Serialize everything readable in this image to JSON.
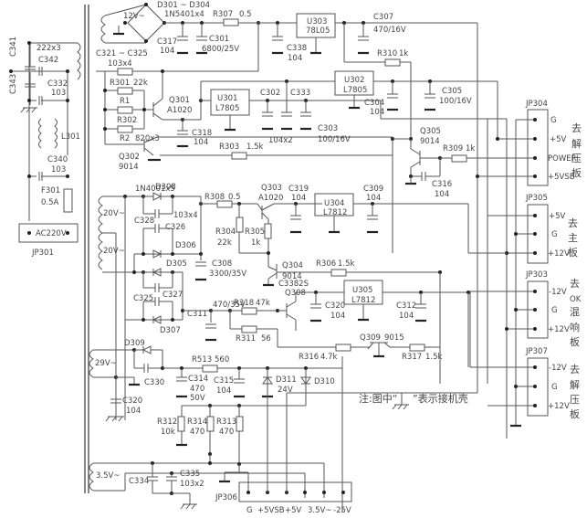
{
  "title": "Power supply board schematic",
  "transformer": {
    "windings": [
      {
        "voltage": "12V~"
      },
      {
        "voltage": "20V~"
      },
      {
        "voltage": "20V~"
      },
      {
        "voltage": "29V~"
      },
      {
        "voltage": "3.5V~"
      }
    ]
  },
  "input_section": {
    "connector": "JP301",
    "connector_label": "AC220V",
    "fuse": {
      "ref": "F301",
      "value": "0.5A"
    },
    "inductor": "L301",
    "caps": [
      {
        "ref": "C341",
        "value": ""
      },
      {
        "ref": "C343",
        "value": ""
      },
      {
        "ref": "C342",
        "value": "222x3"
      },
      {
        "ref": "C332",
        "value": "103"
      },
      {
        "ref": "C340",
        "value": "103"
      }
    ]
  },
  "components": {
    "d301_d304": "D301 ~ D304",
    "d301_val": "1N5401x4",
    "c321_c325": "C321 ~ C325",
    "c321_val": "103x4",
    "c317": "C317",
    "c317_val": "104",
    "c301": "C301",
    "c301_val": "6800/25V",
    "r307": "R307",
    "r307_val": "0.5",
    "c338": "C338",
    "c338_val": "104",
    "u303": "U303",
    "u303_val": "78L05",
    "c307": "C307",
    "c307_val": "470/16V",
    "r310": "R310",
    "r310_val": "1k",
    "r301": "R301",
    "r301_val": "22k",
    "r1": "R1",
    "r302": "R302",
    "r2": "R2",
    "r2_val": "820x3",
    "q301": "Q301",
    "q301_val": "A1020",
    "u301": "U301",
    "u301_val": "L7805",
    "c302": "C302",
    "c333": "C333",
    "c302_val": "104x2",
    "c303": "C303",
    "c303_val": "100/16V",
    "c318": "C318",
    "c318_val": "104",
    "u302": "U302",
    "u302_val": "L7805",
    "c304": "C304",
    "c304_val": "104",
    "c305": "C305",
    "c305_val": "100/16V",
    "q302": "Q302",
    "q302_val": "9014",
    "r303": "R303",
    "r303_val": "1.5k",
    "q305": "Q305",
    "q305_val": "9014",
    "r309": "R309",
    "r309_val": "1k",
    "c316": "C316",
    "c316_val": "104",
    "d_1n4001": "1N4001x5",
    "d308": "D308",
    "c328": "C328",
    "c328_val": "103x4",
    "c326": "C326",
    "d306": "D306",
    "d305": "D305",
    "c325": "C325",
    "c327": "C327",
    "d307": "D307",
    "r308": "R308",
    "r308_val": "0.5",
    "c308": "C308",
    "c308_val": "3300/35V",
    "q303": "Q303",
    "q303_val": "A1020",
    "r304": "R304",
    "r304_val": "22k",
    "r305": "R305",
    "r305_val": "1k",
    "c319": "C319",
    "c319_val": "104",
    "u304": "U304",
    "u304_val": "L7812",
    "c309": "C309",
    "c309_val": "104",
    "q304": "Q304",
    "q304_val": "9014",
    "r306": "R306",
    "r306_val": "1.5k",
    "q308": "C3382S",
    "q308_ref": "Q308",
    "c320a": "C320",
    "c320a_val": "104",
    "u305": "U305",
    "u305_val": "L7812",
    "c312": "C312",
    "c312_val": "104",
    "c311": "C311",
    "c311_val": "470/35V",
    "r318": "R318",
    "r318_val": "47k",
    "r311": "R311",
    "r311_val": "56",
    "r316": "R316",
    "r316_val": "4.7k",
    "q309": "Q309",
    "q309_val": "9015",
    "r317": "R317",
    "r317_val": "1.5k",
    "d309": "D309",
    "c330": "C330",
    "c320b": "C320",
    "c320b_val": "104",
    "r513": "R513",
    "r513_val": "560",
    "c314": "C314",
    "c314_val1": "470",
    "c314_val2": "50V",
    "c315": "C315",
    "c315_val": "104",
    "d311": "D311",
    "d311_val": "24V",
    "d310": "D310",
    "r312": "R312",
    "r312_val": "10k",
    "r314": "R314",
    "r314_val": "470",
    "r313": "R313",
    "r313_val": "470",
    "c334": "C334",
    "c335": "C335",
    "c335_val": "103x2"
  },
  "connectors": {
    "jp304": {
      "ref": "JP304",
      "pins": [
        "G",
        "+5V",
        "POWER",
        "+5VSB"
      ],
      "dest": [
        "去",
        "解",
        "压",
        "板"
      ]
    },
    "jp305": {
      "ref": "JP305",
      "pins": [
        "+5V",
        "G",
        "+12V"
      ],
      "dest": [
        "去",
        "主",
        "板"
      ]
    },
    "jp303": {
      "ref": "JP303",
      "pins": [
        "-12V",
        "G",
        "+12V"
      ],
      "dest": [
        "去",
        "OK",
        "混",
        "响",
        "板"
      ]
    },
    "jp307": {
      "ref": "JP307",
      "pins": [
        "-12V",
        "G",
        "+12V"
      ],
      "dest": [
        "去",
        "解",
        "压",
        "板"
      ]
    },
    "jp306": {
      "ref": "JP306",
      "pins": [
        "G",
        "+5VSB",
        "+5V",
        "3.5V~",
        "-25V"
      ]
    }
  },
  "note": {
    "prefix": "注:图中“",
    "suffix": "”表示接机壳"
  }
}
